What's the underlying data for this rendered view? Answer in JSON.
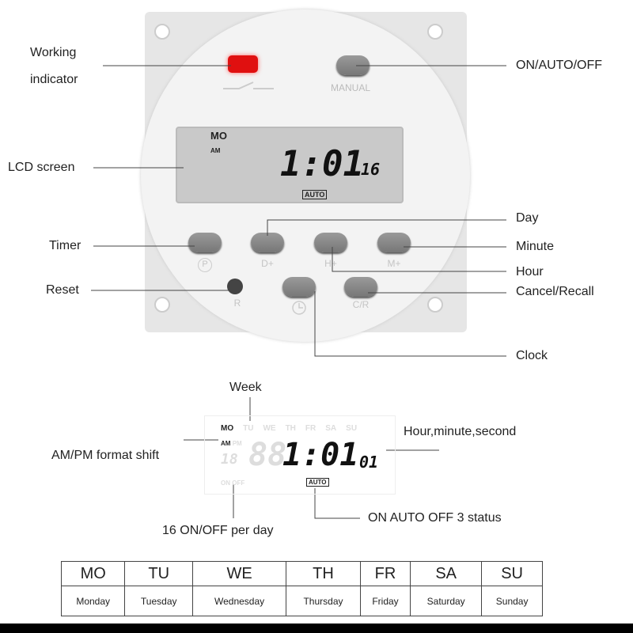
{
  "device": {
    "indicator_color": "#e01010",
    "manual_label": "MANUAL",
    "lcd": {
      "day": "MO",
      "ampm": "AM",
      "time": "1:01",
      "seconds": "16",
      "mode": "AUTO"
    },
    "buttons": {
      "timer": "P",
      "day": "D+",
      "hour": "H+",
      "minute": "M+",
      "reset": "R",
      "cancel_recall": "C/R"
    }
  },
  "callouts": {
    "working_indicator_1": "Working",
    "working_indicator_2": "indicator",
    "on_auto_off": "ON/AUTO/OFF",
    "lcd_screen": "LCD screen",
    "timer": "Timer",
    "reset": "Reset",
    "day": "Day",
    "minute": "Minute",
    "hour": "Hour",
    "cancel_recall": "Cancel/Recall",
    "clock": "Clock"
  },
  "display_diagram": {
    "week_label": "Week",
    "hms_label": "Hour,minute,second",
    "ampm_label": "AM/PM format shift",
    "onoff_label": "16 ON/OFF per day",
    "status_label": "ON AUTO OFF 3 status",
    "days": [
      "MO",
      "TU",
      "WE",
      "TH",
      "FR",
      "SA",
      "SU"
    ],
    "am": "AM",
    "pm": "PM",
    "prog": "18",
    "time": "1:01",
    "seconds": "01",
    "on": "ON",
    "off": "OFF",
    "mode": "AUTO"
  },
  "table": {
    "abbr": [
      "MO",
      "TU",
      "WE",
      "TH",
      "FR",
      "SA",
      "SU"
    ],
    "full": [
      "Monday",
      "Tuesday",
      "Wednesday",
      "Thursday",
      "Friday",
      "Saturday",
      "Sunday"
    ]
  }
}
